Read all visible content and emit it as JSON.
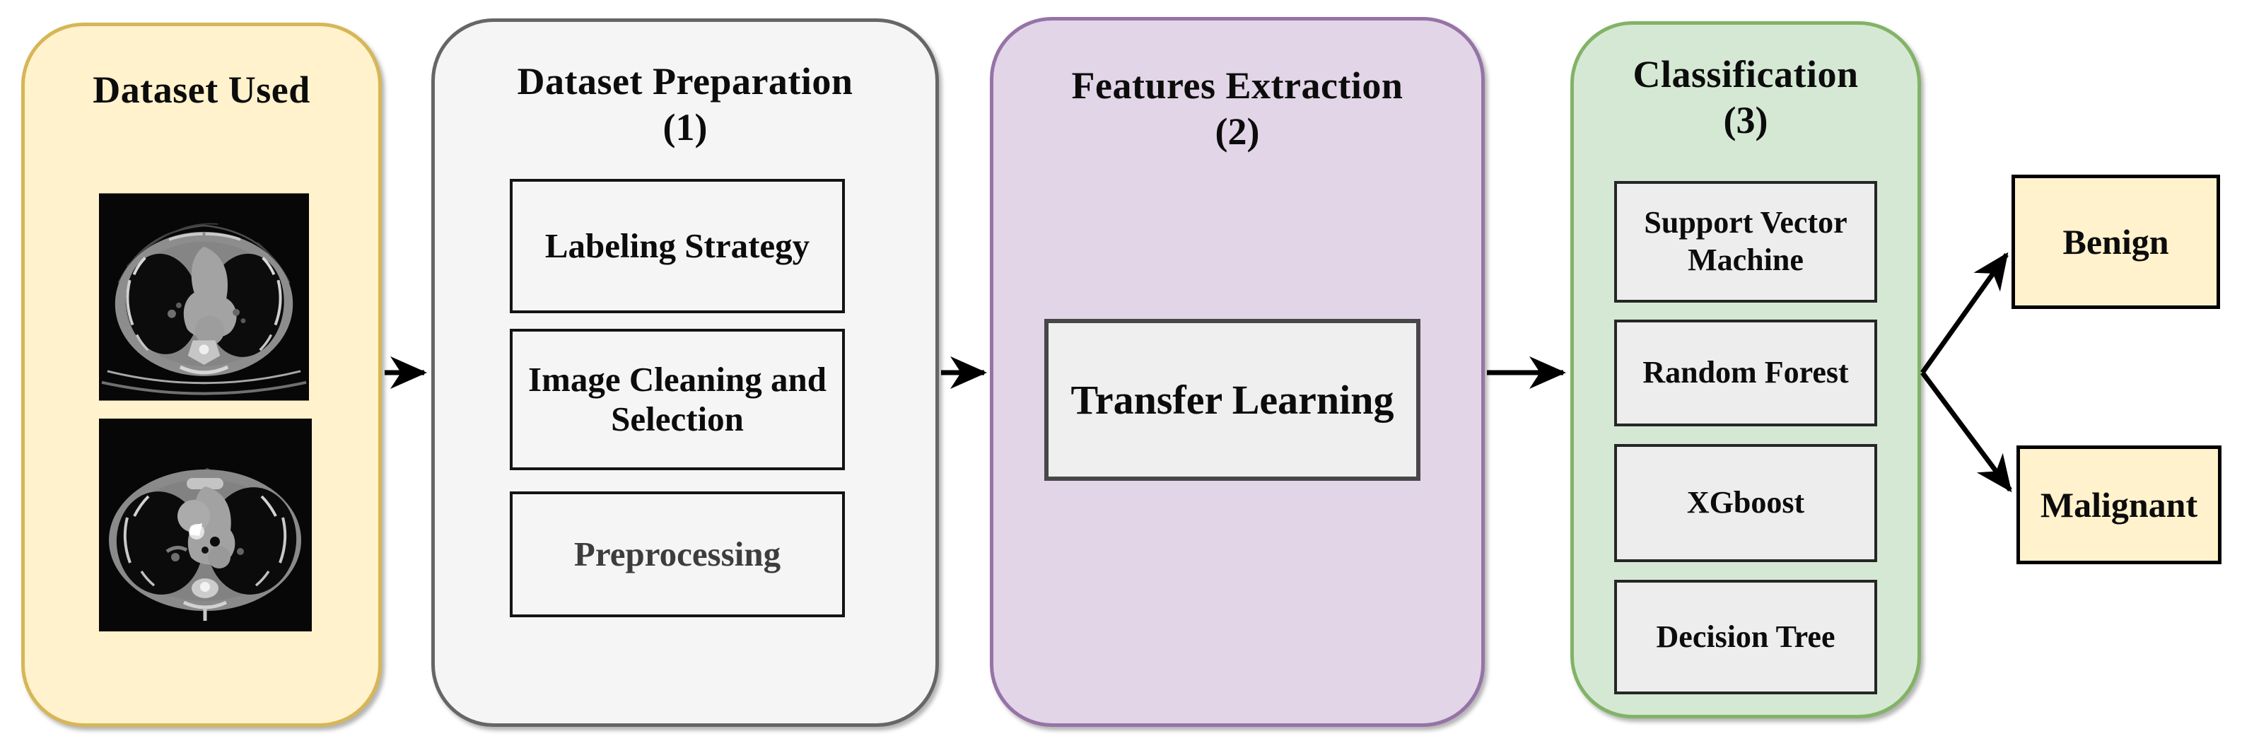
{
  "stages": {
    "dataset": {
      "title": "Dataset Used",
      "images": [
        "axial-chest-ct-scan-1",
        "axial-chest-ct-scan-2"
      ]
    },
    "preparation": {
      "title": "Dataset Preparation",
      "number": "(1)",
      "steps": [
        "Labeling Strategy",
        "Image Cleaning and Selection",
        "Preprocessing"
      ]
    },
    "extraction": {
      "title": "Features Extraction",
      "number": "(2)",
      "method": "Transfer Learning"
    },
    "classification": {
      "title": "Classification",
      "number": "(3)",
      "classifiers": [
        "Support Vector Machine",
        "Random Forest",
        "XGboost",
        "Decision Tree"
      ]
    }
  },
  "outputs": {
    "benign": "Benign",
    "malignant": "Malignant"
  },
  "colors": {
    "dataset_fill": "#FFF2CC",
    "dataset_border": "#D6B656",
    "preparation_fill": "#F5F5F5",
    "preparation_border": "#666666",
    "extraction_fill": "#E1D5E7",
    "extraction_border": "#9673A6",
    "classification_fill": "#D5E8D4",
    "classification_border": "#82B366",
    "inner_box_fill": "#EFEFEF",
    "inner_box_border": "#262626",
    "output_fill": "#FFF2CC",
    "output_border": "#000000",
    "arrow": "#000000",
    "preprocessing_text": "#3d3d3d"
  }
}
